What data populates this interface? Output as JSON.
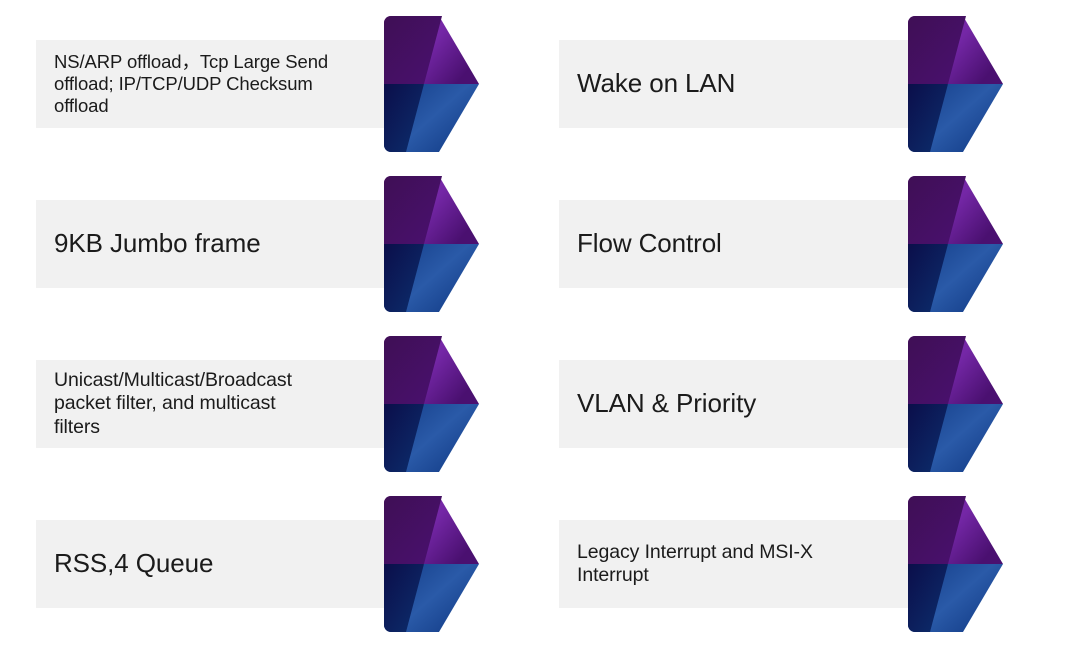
{
  "diagram": {
    "type": "chevron-process-list",
    "title": "",
    "background_color": "#ffffff",
    "plate_color": "#f1f1f1",
    "text_color": "#1b1b1b",
    "accent_colors": {
      "purple_light": "#8a2fb0",
      "purple_mid": "#7427a6",
      "purple_dark": "#3f0f55",
      "purple_deep": "#4a1070",
      "blue_light": "#2a5aa8",
      "blue_mid": "#123b86",
      "blue_dark": "#0c2f6e",
      "navy_deep": "#0b0e4a"
    },
    "columns": 2,
    "rows": 4,
    "items": [
      {
        "id": "item-1",
        "column": "left",
        "row": 1,
        "text": "NS/ARP offload，Tcp Large Send\noffload; IP/TCP/UDP Checksum\noffload",
        "lines": 3,
        "text_size": "small"
      },
      {
        "id": "item-2",
        "column": "right",
        "row": 1,
        "text": "Wake on LAN",
        "lines": 1,
        "text_size": "large"
      },
      {
        "id": "item-3",
        "column": "left",
        "row": 2,
        "text": "9KB Jumbo frame",
        "lines": 1,
        "text_size": "large"
      },
      {
        "id": "item-4",
        "column": "right",
        "row": 2,
        "text": "Flow Control",
        "lines": 1,
        "text_size": "large"
      },
      {
        "id": "item-5",
        "column": "left",
        "row": 3,
        "text": "Unicast/Multicast/Broadcast\npacket filter, and multicast\nfilters",
        "lines": 3,
        "text_size": "medium"
      },
      {
        "id": "item-6",
        "column": "right",
        "row": 3,
        "text": "VLAN & Priority",
        "lines": 1,
        "text_size": "large"
      },
      {
        "id": "item-7",
        "column": "left",
        "row": 4,
        "text": "RSS,4 Queue",
        "lines": 1,
        "text_size": "large"
      },
      {
        "id": "item-8",
        "column": "right",
        "row": 4,
        "text": "Legacy Interrupt and MSI-X\nInterrupt",
        "lines": 2,
        "text_size": "medium"
      }
    ]
  }
}
